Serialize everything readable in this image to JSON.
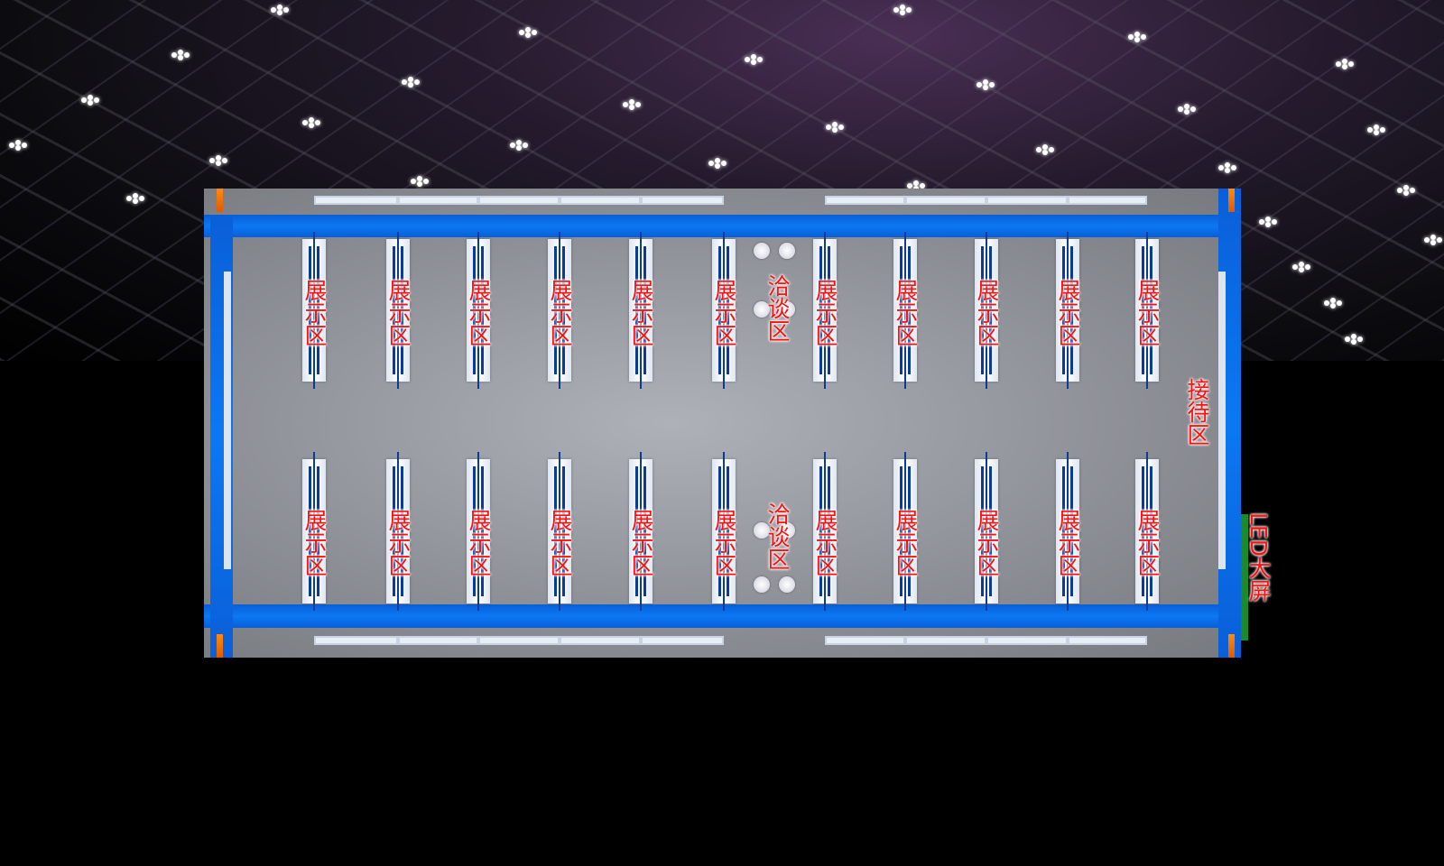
{
  "floor_plan": {
    "top_row_labels": [
      "展示区",
      "展示区",
      "展示区",
      "展示区",
      "展示区",
      "展示区",
      "展示区",
      "展示区",
      "展示区",
      "展示区",
      "展示区"
    ],
    "bottom_row_labels": [
      "展示区",
      "展示区",
      "展示区",
      "展示区",
      "展示区",
      "展示区",
      "展示区",
      "展示区",
      "展示区",
      "展示区",
      "展示区"
    ],
    "negotiation_top": "洽谈区",
    "negotiation_bottom": "洽谈区",
    "reception": "接待区",
    "led_screen": "LED大屏"
  },
  "colors": {
    "label": "#ff1010",
    "structure_blue": "#0b78f2",
    "floor": "#9a9da2"
  }
}
